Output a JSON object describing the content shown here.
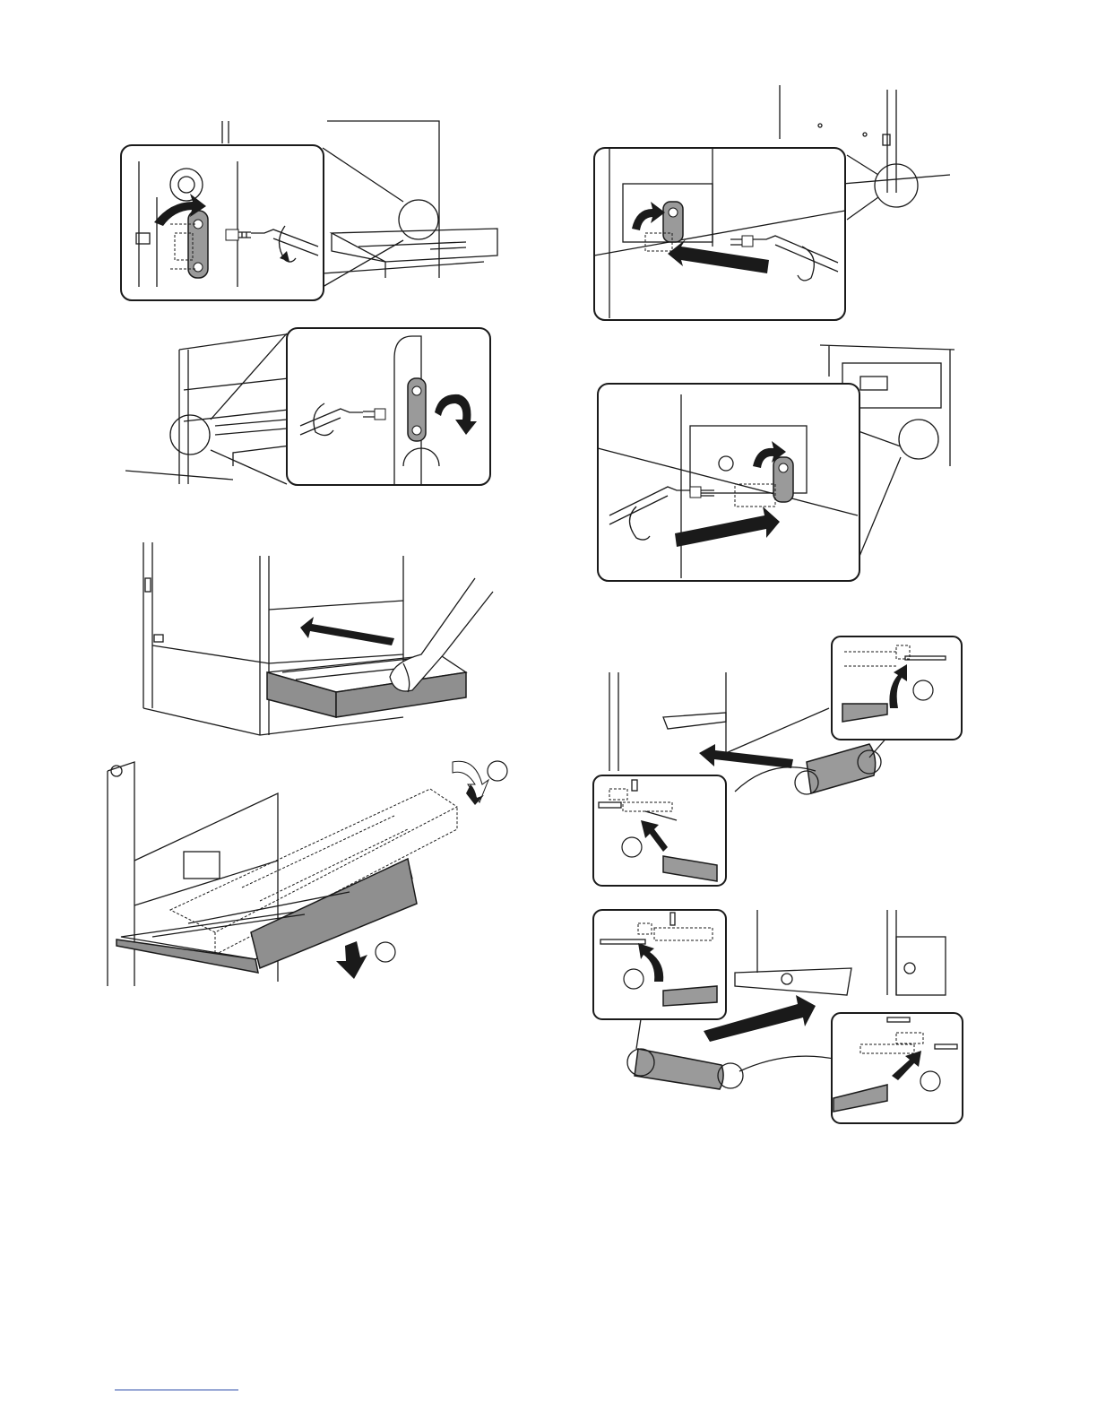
{
  "figures": [
    {
      "id": "fig1",
      "icons": [
        "adjuster-bracket-icon",
        "screw-icon",
        "screwdriver-icon",
        "rotate-arrow-icon",
        "paper-tray-icon"
      ]
    },
    {
      "id": "fig2",
      "icons": [
        "adjuster-bracket-icon",
        "screw-icon",
        "screwdriver-icon",
        "rotate-arrow-icon"
      ]
    },
    {
      "id": "fig3",
      "icons": [
        "paper-tray-icon",
        "hand-icon",
        "push-arrow-icon"
      ]
    },
    {
      "id": "fig4",
      "icons": [
        "paper-tray-icon",
        "rotate-arrow-icon",
        "down-arrow-icon",
        "step-number-circle"
      ]
    },
    {
      "id": "fig5",
      "icons": [
        "adjuster-bracket-icon",
        "screw-icon",
        "screwdriver-icon",
        "push-arrow-icon"
      ]
    },
    {
      "id": "fig6",
      "icons": [
        "adjuster-bracket-icon",
        "screw-icon",
        "screwdriver-icon",
        "push-arrow-icon"
      ]
    },
    {
      "id": "fig7",
      "icons": [
        "cover-part-icon",
        "push-arrow-icon",
        "step-number-circle"
      ]
    },
    {
      "id": "fig8",
      "icons": [
        "cover-part-icon",
        "push-arrow-icon",
        "step-number-circle"
      ]
    }
  ],
  "colors": {
    "line": "#1a1a1a",
    "part_fill": "#9a9a9a",
    "footer_rule": "#2a4aa8"
  }
}
